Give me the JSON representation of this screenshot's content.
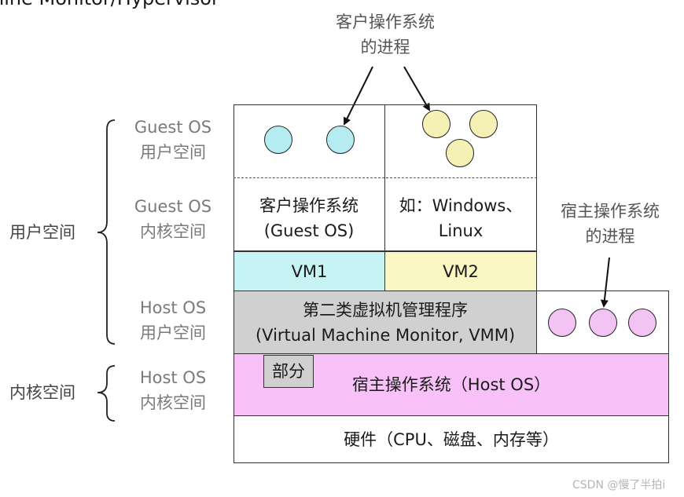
{
  "top_cut_title": "hine Monitor/Hypervisor",
  "annotations": {
    "guest_process": [
      "客户操作系统",
      "的进程"
    ],
    "host_process": [
      "宿主操作系统",
      "的进程"
    ]
  },
  "left_labels": {
    "user_space": "用户空间",
    "kernel_space": "内核空间",
    "guest_user": [
      "Guest OS",
      "用户空间"
    ],
    "guest_kernel": [
      "Guest OS",
      "内核空间"
    ],
    "host_user": [
      "Host OS",
      "用户空间"
    ],
    "host_kernel": [
      "Host OS",
      "内核空间"
    ]
  },
  "boxes": {
    "guest_os": [
      "客户操作系统",
      "(Guest OS)"
    ],
    "guest_example": [
      "如：Windows、",
      "Linux"
    ],
    "vm1": "VM1",
    "vm2": "VM2",
    "vmm": [
      "第二类虚拟机管理程序",
      "(Virtual Machine Monitor, VMM)"
    ],
    "part": "部分",
    "host_os": "宿主操作系统（Host OS）",
    "hardware": "硬件（CPU、磁盘、内存等）"
  },
  "colors": {
    "cyan": "#c8f3f5",
    "yellow": "#fbf7c4",
    "gray": "#d0d0d0",
    "pink": "#f8c2f8",
    "circle_cyan": "#b5ecf2",
    "circle_yellow": "#f5f0b3",
    "circle_pink": "#f3c4f3"
  },
  "watermark": "CSDN @慢了半拍i"
}
